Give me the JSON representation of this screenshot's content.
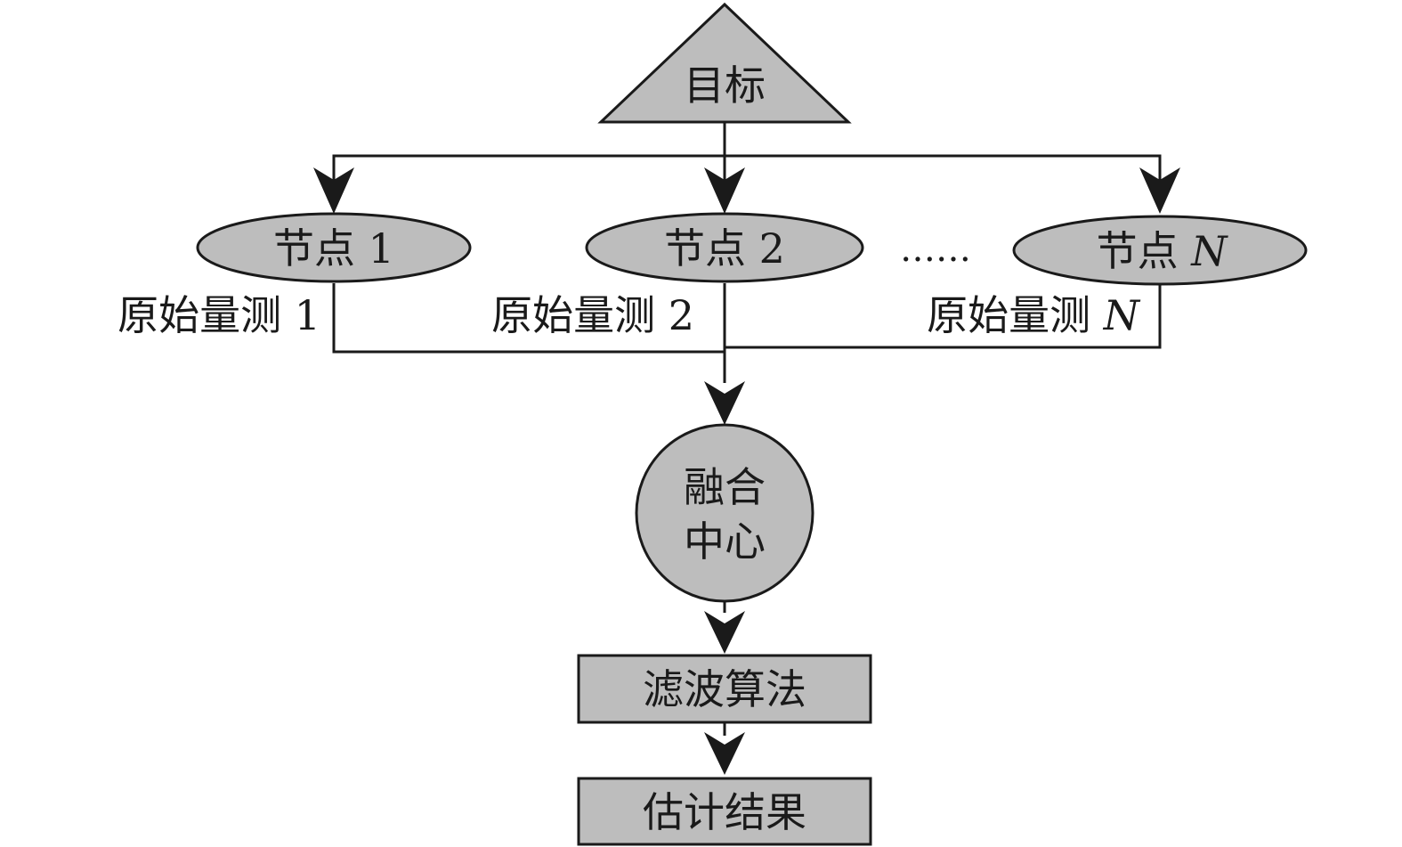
{
  "diagram": {
    "target": "目标",
    "nodes": [
      {
        "label": "节点",
        "index": "1",
        "measurement_label": "原始量测",
        "measurement_index": "1"
      },
      {
        "label": "节点",
        "index": "2",
        "measurement_label": "原始量测",
        "measurement_index": "2"
      },
      {
        "label": "节点",
        "index": "N",
        "measurement_label": "原始量测",
        "measurement_index": "N"
      }
    ],
    "ellipsis": "……",
    "fusion_center_line1": "融合",
    "fusion_center_line2": "中心",
    "filter": "滤波算法",
    "result": "估计结果"
  },
  "colors": {
    "fill": "#bdbdbd",
    "stroke": "#1a1a1a",
    "background": "#ffffff"
  }
}
